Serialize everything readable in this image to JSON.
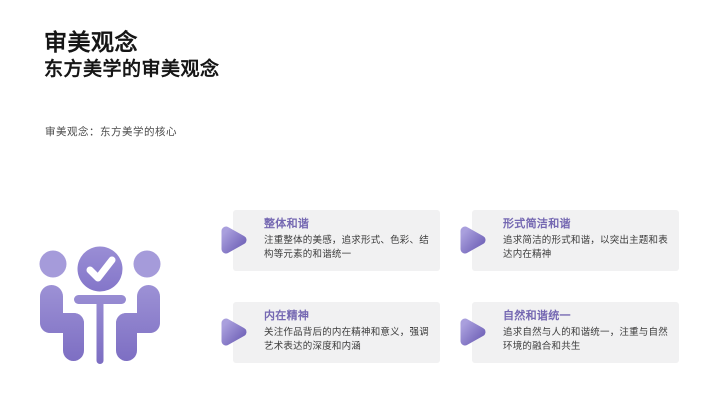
{
  "slide": {
    "title": "审美观念",
    "subtitle": "东方美学的审美观念",
    "caption": "审美观念：东方美学的核心"
  },
  "cards": [
    {
      "title": "整体和谐",
      "desc": "注重整体的美感，追求形式、色彩、结构等元素的和谐统一"
    },
    {
      "title": "形式简洁和谐",
      "desc": "追求简洁的形式和谐，以突出主题和表达内在精神"
    },
    {
      "title": "内在精神",
      "desc": "关注作品背后的内在精神和意义，强调艺术表达的深度和内涵"
    },
    {
      "title": "自然和谐统一",
      "desc": "追求自然与人的和谐统一，注重与自然环境的融合和共生"
    }
  ],
  "icons": {
    "illustration": "meeting-agreement-icon",
    "checkmark": "checkmark-icon",
    "card_marker": "triangle-right-icon"
  },
  "colors": {
    "accent_purple": "#7568B2",
    "card_background": "#F1F1F2",
    "icon_gradient_start": "#A89EDC",
    "icon_gradient_end": "#7A6BC1",
    "marker_gradient_start": "#A99FDD",
    "marker_gradient_end": "#7163B8",
    "heading_text": "#161616",
    "caption_text": "#4C4C4C",
    "body_text": "#3B3B3B"
  }
}
